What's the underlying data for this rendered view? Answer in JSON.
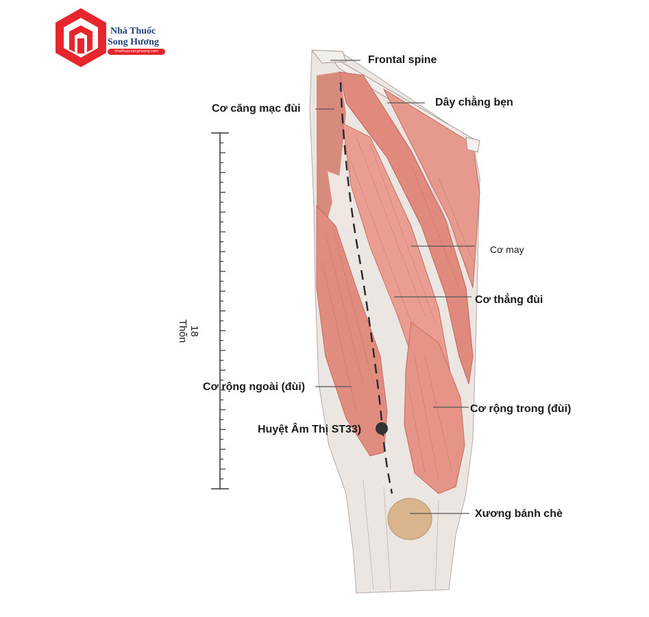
{
  "brand": {
    "name_line1": "Nhà Thuốc",
    "name_line2": "Song Hương",
    "url": "nhathuocsonghuong.com"
  },
  "scale": {
    "value": "18",
    "unit": "Thốn",
    "ticks": 18
  },
  "labels": {
    "frontal_spine": "Frontal spine",
    "tensor_fasciae": "Cơ căng mạc đùi",
    "inguinal_ligament": "Dây chằng bẹn",
    "sartorius": "Cơ may",
    "rectus_femoris": "Cơ thẳng đùi",
    "vastus_lateralis": "Cơ rộng ngoài (đùi)",
    "vastus_medialis": "Cơ rộng trong (đùi)",
    "acupoint": "Huyệt Âm Thị  ST33)",
    "patella": "Xương bánh chè"
  },
  "colors": {
    "muscle": "#e7968a",
    "muscle_dark": "#c85a4c",
    "tendon": "#ece6e2",
    "patella": "#d9b48c",
    "brand_red": "#e6262d",
    "brand_blue": "#1f3f7a",
    "point": "#333333"
  }
}
